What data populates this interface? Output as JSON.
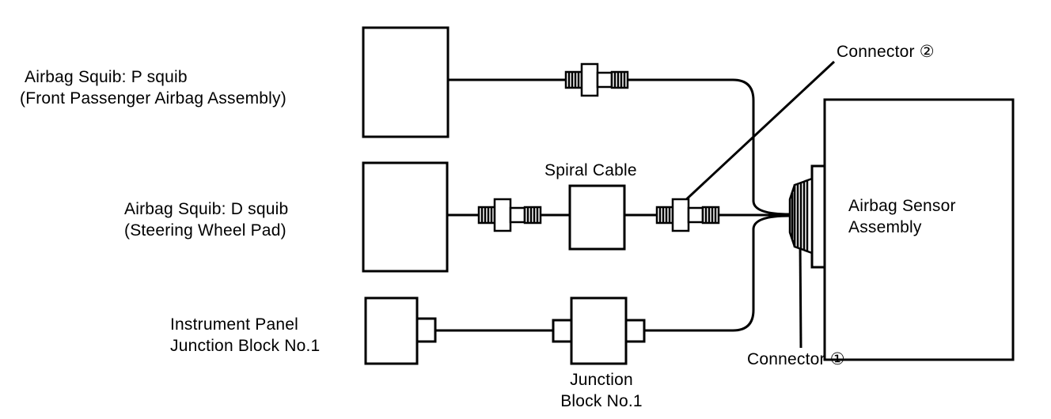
{
  "labels": {
    "p_squib_line1": "Airbag Squib:   P squib",
    "p_squib_line2": "(Front Passenger Airbag Assembly)",
    "d_squib_line1": "Airbag Squib:   D squib",
    "d_squib_line2": "(Steering Wheel Pad)",
    "ip_jb_line1": "Instrument Panel",
    "ip_jb_line2": "Junction Block No.1",
    "spiral_cable": "Spiral Cable",
    "jb1_line1": "Junction",
    "jb1_line2": "Block No.1",
    "connector_2": "Connector ②",
    "connector_1": "Connector ①",
    "sensor_line1": "Airbag Sensor",
    "sensor_line2": "Assembly"
  }
}
